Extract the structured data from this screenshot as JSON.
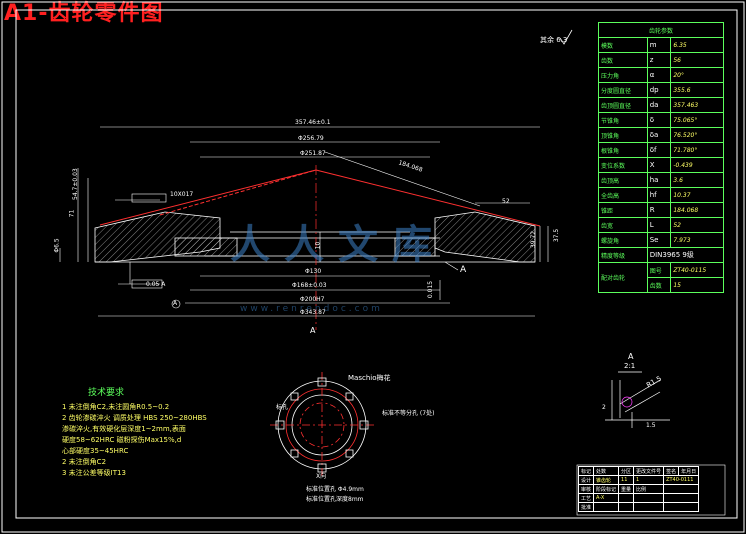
{
  "title": "A1-齿轮零件图",
  "roughness": "其余 6.3",
  "param_table": {
    "header": "齿轮参数",
    "rows": [
      {
        "name": "模数",
        "sym": "m",
        "val": "6.35"
      },
      {
        "name": "齿数",
        "sym": "z",
        "val": "56"
      },
      {
        "name": "压力角",
        "sym": "α",
        "val": "20°"
      },
      {
        "name": "分度圆直径",
        "sym": "dp",
        "val": "355.6"
      },
      {
        "name": "齿顶圆直径",
        "sym": "da",
        "val": "357.463"
      },
      {
        "name": "节锥角",
        "sym": "δ",
        "val": "75.065°"
      },
      {
        "name": "顶锥角",
        "sym": "δa",
        "val": "76.520°"
      },
      {
        "name": "根锥角",
        "sym": "δf",
        "val": "71.780°"
      },
      {
        "name": "变位系数",
        "sym": "X",
        "val": "-0.439"
      },
      {
        "name": "齿顶高",
        "sym": "ha",
        "val": "3.6"
      },
      {
        "name": "全齿高",
        "sym": "hf",
        "val": "10.37"
      },
      {
        "name": "锥距",
        "sym": "R",
        "val": "184.068"
      },
      {
        "name": "齿宽",
        "sym": "L",
        "val": "52"
      },
      {
        "name": "螺旋角",
        "sym": "Se",
        "val": "7.973"
      }
    ],
    "accuracy": {
      "name": "精度等级",
      "val": "DIN3965 9级"
    },
    "mate": {
      "name": "配对齿轮",
      "row1_label": "图号",
      "row1_val": "ZT40-0115",
      "row2_label": "齿数",
      "row2_val": "15"
    }
  },
  "dims": {
    "d1": "357.46±0.1",
    "d2": "Φ256.79",
    "d3": "Φ251.87",
    "d4": "184.068",
    "d5": "52",
    "d6": "Φ130",
    "d7": "Φ168±0.03",
    "d8": "Φ200H7",
    "d9": "Φ343.87",
    "d10": "71",
    "d11": "54.7±0.03",
    "d12": "Φ6.5",
    "d13": "39.72",
    "d14": "37.5",
    "d15": "0.015",
    "d16": "10",
    "d17": "10X017",
    "tol1": "0.05 A",
    "datum": "A",
    "sec": "A",
    "cut": "A"
  },
  "detail": {
    "label": "A",
    "scale": "2:1",
    "r": "R1.5",
    "d1": "2",
    "d2": "1.5"
  },
  "round_view": {
    "label": "Maschio梅花",
    "l1": "标孔",
    "l2": "标准不等分孔 (7处)",
    "x": "X向",
    "n1": "标准位置孔 Φ4.9mm",
    "n2": "标准位置孔深度8mm"
  },
  "tech": {
    "heading": "技术要求",
    "lines": [
      "1 未注倒角C2,未注圆角R0.5~0.2",
      "2 齿轮渗碳淬火 调质处理 HBS 250~280HBS",
      "   渗碳淬火,有效硬化层深度1~2mm,表面",
      "   硬度58~62HRC 磁粉探伤Max15%,d",
      "   心部硬度35~45HRC",
      "2  未注倒角C2",
      "3  未注公差等级IT13"
    ]
  },
  "title_block": {
    "r1": [
      "标记",
      "处数",
      "分区",
      "更改文件号",
      "签名",
      "年月日"
    ],
    "name": "锥齿轮",
    "qty": "11",
    "scale_v": "1",
    "drawing_no": "ZT40-0111",
    "stage_l": "阶段标记",
    "wt": "重量",
    "sc": "比例",
    "row_a": "设计",
    "row_b": "审核",
    "row_c": "工艺",
    "row_d": "批准",
    "mat": "A-X"
  },
  "watermark": {
    "cn": "人人文库",
    "url": "www.renrendoc.com"
  }
}
